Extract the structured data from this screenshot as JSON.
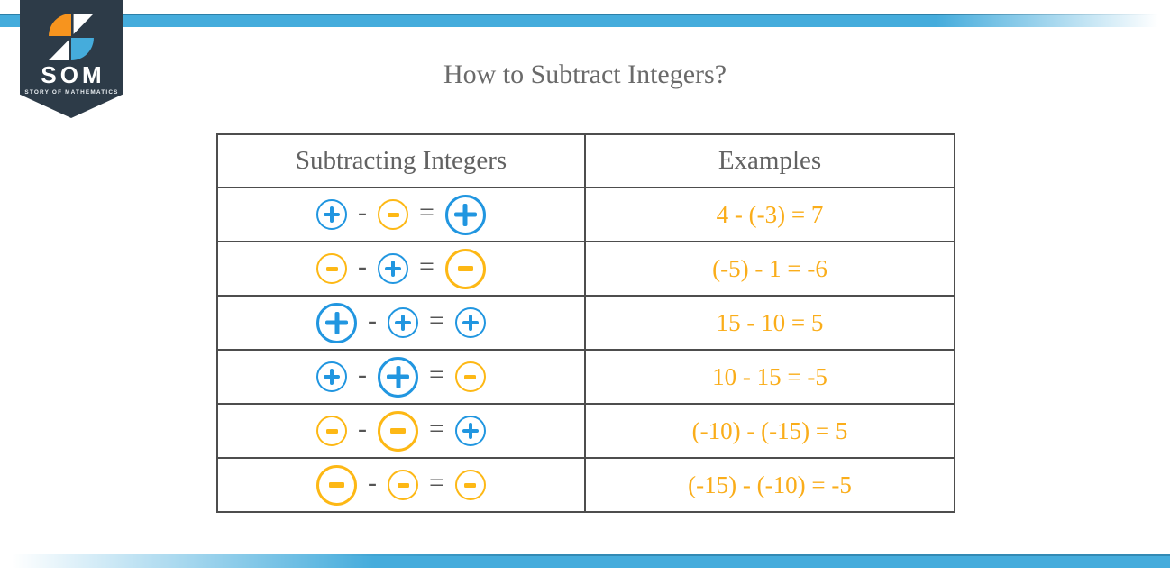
{
  "brand": {
    "name": "SOM",
    "tagline": "STORY OF MATHEMATICS"
  },
  "title": "How to Subtract Integers?",
  "colors": {
    "bar_blue": "#45ACDC",
    "circle_blue": "#2196E0",
    "circle_yellow": "#FDB815",
    "logo_navy": "#2D3B48",
    "logo_orange": "#F7941E",
    "example_text": "#FAAD1A",
    "table_border": "#4D4D4D"
  },
  "table": {
    "headers": [
      "Subtracting Integers",
      "Examples"
    ],
    "rows": [
      {
        "pattern": [
          {
            "t": "c",
            "sign": "plus",
            "color": "blue",
            "size": "sm"
          },
          {
            "t": "o",
            "text": "-"
          },
          {
            "t": "c",
            "sign": "minus",
            "color": "yellow",
            "size": "sm"
          },
          {
            "t": "o",
            "text": "="
          },
          {
            "t": "c",
            "sign": "plus",
            "color": "blue",
            "size": "lg"
          }
        ],
        "example": "4 - (-3) = 7"
      },
      {
        "pattern": [
          {
            "t": "c",
            "sign": "minus",
            "color": "yellow",
            "size": "sm"
          },
          {
            "t": "o",
            "text": "-"
          },
          {
            "t": "c",
            "sign": "plus",
            "color": "blue",
            "size": "sm"
          },
          {
            "t": "o",
            "text": "="
          },
          {
            "t": "c",
            "sign": "minus",
            "color": "yellow",
            "size": "lg"
          }
        ],
        "example": "(-5) - 1 = -6"
      },
      {
        "pattern": [
          {
            "t": "c",
            "sign": "plus",
            "color": "blue",
            "size": "lg"
          },
          {
            "t": "o",
            "text": "-"
          },
          {
            "t": "c",
            "sign": "plus",
            "color": "blue",
            "size": "sm"
          },
          {
            "t": "o",
            "text": "="
          },
          {
            "t": "c",
            "sign": "plus",
            "color": "blue",
            "size": "sm"
          }
        ],
        "example": "15 - 10 = 5"
      },
      {
        "pattern": [
          {
            "t": "c",
            "sign": "plus",
            "color": "blue",
            "size": "sm"
          },
          {
            "t": "o",
            "text": "-"
          },
          {
            "t": "c",
            "sign": "plus",
            "color": "blue",
            "size": "lg"
          },
          {
            "t": "o",
            "text": "="
          },
          {
            "t": "c",
            "sign": "minus",
            "color": "yellow",
            "size": "sm"
          }
        ],
        "example": "10 - 15 = -5"
      },
      {
        "pattern": [
          {
            "t": "c",
            "sign": "minus",
            "color": "yellow",
            "size": "sm"
          },
          {
            "t": "o",
            "text": "-"
          },
          {
            "t": "c",
            "sign": "minus",
            "color": "yellow",
            "size": "lg"
          },
          {
            "t": "o",
            "text": "="
          },
          {
            "t": "c",
            "sign": "plus",
            "color": "blue",
            "size": "sm"
          }
        ],
        "example": "(-10) - (-15) = 5"
      },
      {
        "pattern": [
          {
            "t": "c",
            "sign": "minus",
            "color": "yellow",
            "size": "lg"
          },
          {
            "t": "o",
            "text": "-"
          },
          {
            "t": "c",
            "sign": "minus",
            "color": "yellow",
            "size": "sm"
          },
          {
            "t": "o",
            "text": "="
          },
          {
            "t": "c",
            "sign": "minus",
            "color": "yellow",
            "size": "sm"
          }
        ],
        "example": "(-15) - (-10) = -5"
      }
    ]
  }
}
